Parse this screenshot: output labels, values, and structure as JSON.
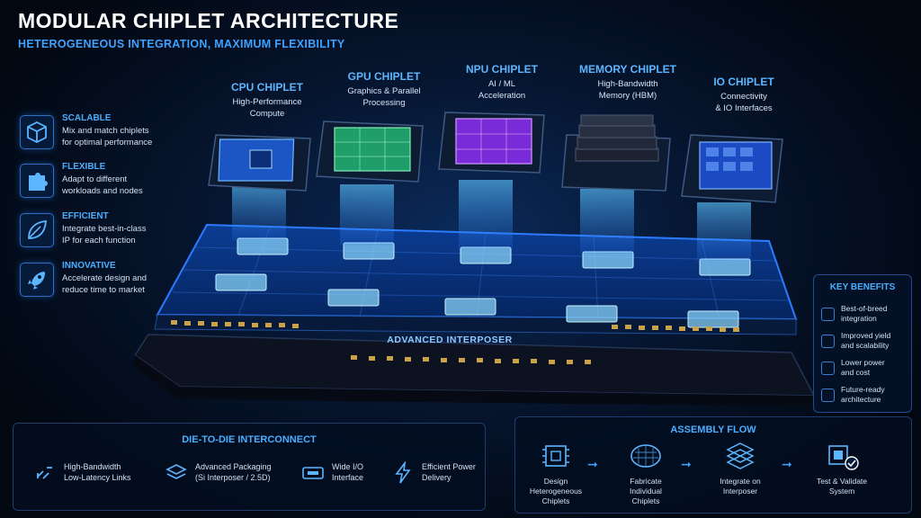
{
  "header": {
    "title": "MODULAR CHIPLET ARCHITECTURE",
    "subtitle": "HETEROGENEOUS INTEGRATION, MAXIMUM FLEXIBILITY"
  },
  "chiplets": [
    {
      "title": "CPU CHIPLET",
      "line1": "High-Performance",
      "line2": "Compute",
      "color": "#3b8dff"
    },
    {
      "title": "GPU CHIPLET",
      "line1": "Graphics & Parallel",
      "line2": "Processing",
      "color": "#2fd58a"
    },
    {
      "title": "NPU CHIPLET",
      "line1": "AI / ML",
      "line2": "Acceleration",
      "color": "#a24bff"
    },
    {
      "title": "MEMORY CHIPLET",
      "line1": "High-Bandwidth",
      "line2": "Memory (HBM)",
      "color": "#2a2f3a"
    },
    {
      "title": "IO CHIPLET",
      "line1": "Connectivity",
      "line2": "& IO Interfaces",
      "color": "#2d6bff"
    }
  ],
  "features": [
    {
      "title": "SCALABLE",
      "line1": "Mix and match chiplets",
      "line2": "for optimal performance",
      "icon": "cube-icon"
    },
    {
      "title": "FLEXIBLE",
      "line1": "Adapt to different",
      "line2": "workloads and nodes",
      "icon": "puzzle-icon"
    },
    {
      "title": "EFFICIENT",
      "line1": "Integrate best-in-class",
      "line2": "IP for each function",
      "icon": "leaf-icon"
    },
    {
      "title": "INNOVATIVE",
      "line1": "Accelerate design and",
      "line2": "reduce time to market",
      "icon": "rocket-icon"
    }
  ],
  "interposer_label": "ADVANCED INTERPOSER",
  "key_benefits": {
    "title": "KEY BENEFITS",
    "items": [
      {
        "line1": "Best-of-breed",
        "line2": "integration"
      },
      {
        "line1": "Improved yield",
        "line2": "and scalability"
      },
      {
        "line1": "Lower power",
        "line2": "and cost"
      },
      {
        "line1": "Future-ready",
        "line2": "architecture"
      }
    ]
  },
  "interconnect": {
    "title": "DIE-TO-DIE INTERCONNECT",
    "items": [
      {
        "line1": "High-Bandwidth",
        "line2": "Low-Latency Links",
        "icon": "link-icon"
      },
      {
        "line1": "Advanced Packaging",
        "line2": "(Si Interposer / 2.5D)",
        "icon": "layers-icon"
      },
      {
        "line1": "Wide I/O",
        "line2": "Interface",
        "icon": "io-port-icon"
      },
      {
        "line1": "Efficient Power",
        "line2": "Delivery",
        "icon": "lightning-icon"
      }
    ]
  },
  "assembly_flow": {
    "title": "ASSEMBLY FLOW",
    "steps": [
      {
        "line1": "Design",
        "line2": "Heterogeneous",
        "line3": "Chiplets",
        "icon": "chip-design-icon"
      },
      {
        "line1": "Fabricate",
        "line2": "Individual",
        "line3": "Chiplets",
        "icon": "wafer-icon"
      },
      {
        "line1": "Integrate on",
        "line2": "Interposer",
        "line3": "",
        "icon": "stack-icon"
      },
      {
        "line1": "Test & Validate",
        "line2": "System",
        "line3": "",
        "icon": "chip-check-icon"
      }
    ],
    "arrow": "➞"
  },
  "colors": {
    "accent": "#3ea2ff",
    "background": "#020812"
  }
}
